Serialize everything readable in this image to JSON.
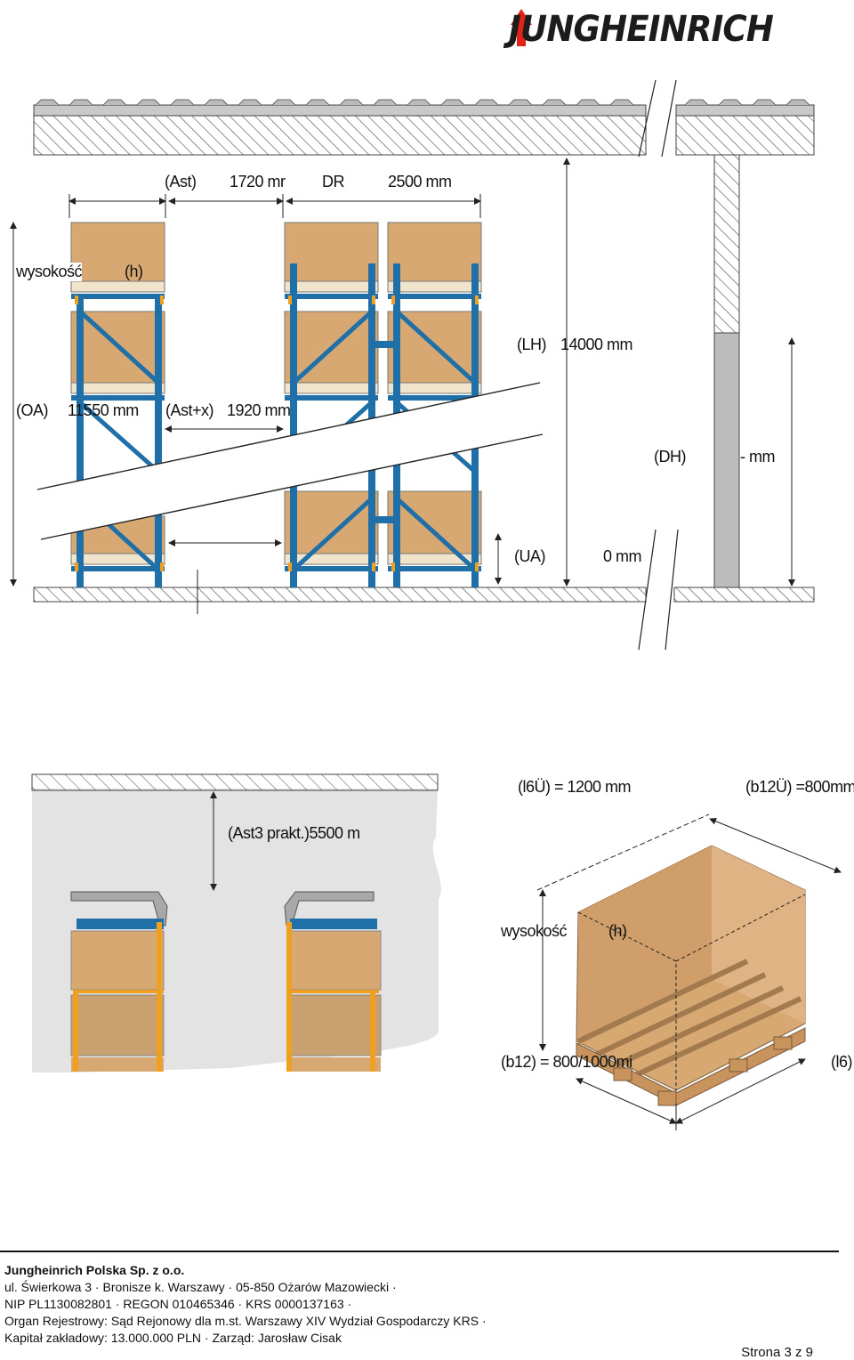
{
  "logo": {
    "text": "JUNGHEINRICH"
  },
  "diagram1": {
    "ast_label": "(Ast)",
    "ast_value": "1720 mr",
    "dr_label": "DR",
    "dr_value": "2500 mm",
    "h_label": "wysokość",
    "h_code": "(h)",
    "lh_label": "(LH)",
    "lh_value": "14000 mm",
    "oa_label": "(OA)",
    "oa_value": "11550 mm",
    "astx_label": "(Ast+x)",
    "astx_value": "1920  mm",
    "dh_label": "(DH)",
    "dh_value": "- mm",
    "ua_label": "(UA)",
    "ua_value": "0 mm"
  },
  "diagram2": {
    "ast3_label": "(Ast3 prakt.)5500 m"
  },
  "diagram3": {
    "l6u_label": "(l6Ü) = 1200 mm",
    "b12u_label": "(b12Ü) =800mm",
    "h_label": "wysokość",
    "h_code": "(h)",
    "b12_label": "(b12) = 800/1000mi",
    "l6_label": "(l6)"
  },
  "footer": {
    "company": "Jungheinrich Polska Sp. z o.o.",
    "line1": "ul. Świerkowa 3 · Bronisze k. Warszawy · 05-850 Ożarów Mazowiecki ·",
    "line2": "NIP PL1130082801 · REGON 010465346 · KRS 0000137163 ·",
    "line3": "Organ Rejestrowy: Sąd Rejonowy dla m.st. Warszawy XIV Wydział Gospodarczy KRS ·",
    "line4": "Kapitał zakładowy: 13.000.000 PLN · Zarząd: Jarosław Cisak",
    "page": "Strona 3 z 9"
  },
  "colors": {
    "rack_blue": "#1f6fa8",
    "box": "#d8a873",
    "accent_orange": "#f0a020",
    "hatch": "#555555",
    "logo_red": "#e2231a"
  }
}
